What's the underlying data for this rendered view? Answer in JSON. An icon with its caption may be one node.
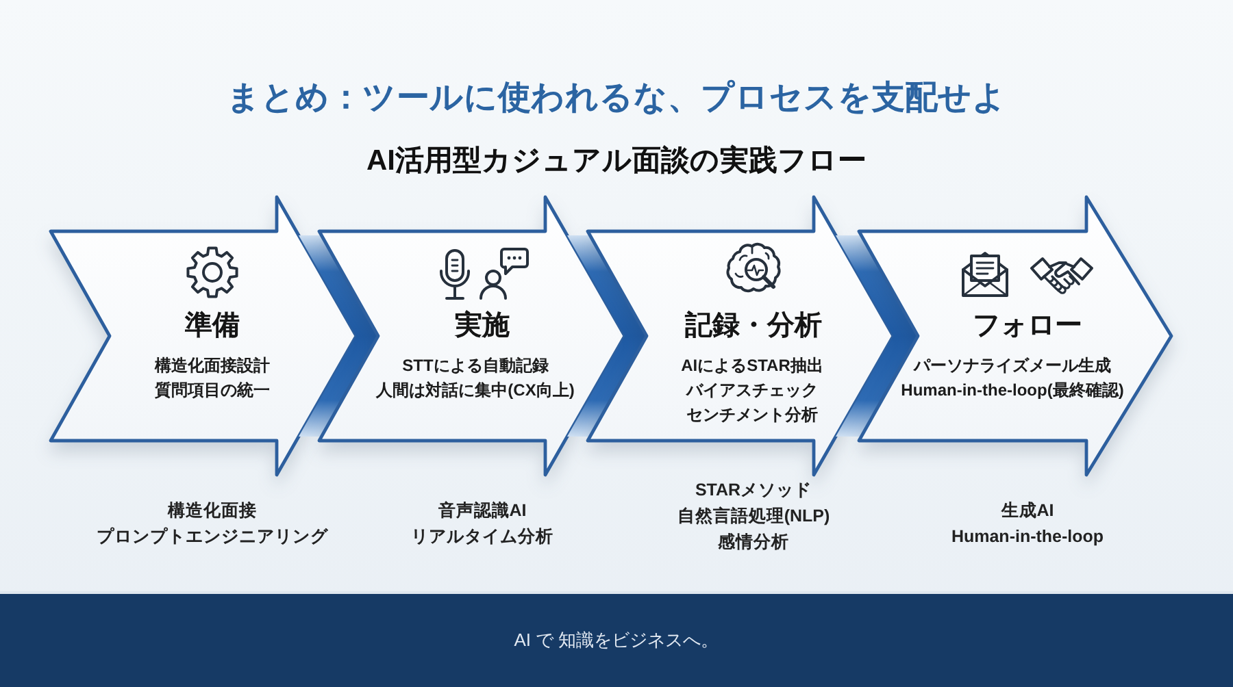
{
  "diagram": {
    "title": "まとめ：ツールに使われるな、プロセスを支配せよ",
    "nodes": [
      {
        "text": [
          "準備",
          "構造化面接設計",
          "質問項目の統一"
        ],
        "beside": [
          "構造化面接",
          "プロンプトエンジニアリング"
        ]
      },
      {
        "text": [
          "実施",
          "STTによる自動記録",
          "人間は対話に集中(CX向上)"
        ],
        "beside": [
          "音声認識AI",
          "リアルタイム分析"
        ]
      },
      {
        "text": [
          "記録・分析",
          "AIによるSTAR抽出",
          "バイアスチェック",
          "センチメント分析"
        ],
        "beside": [
          "STARメソッド",
          "自然言語処理(NLP)",
          "感情分析"
        ]
      },
      {
        "text": [
          "フォロー",
          "パーソナライズメール生成",
          "Human-in-the-loop(最終確認)"
        ],
        "beside": [
          "生成AI",
          "Human-in-the-loop"
        ]
      }
    ],
    "labels": [
      "AI活用型カジュアル面談の実践フロー",
      "AI で 知識をビジネスへ。"
    ]
  }
}
